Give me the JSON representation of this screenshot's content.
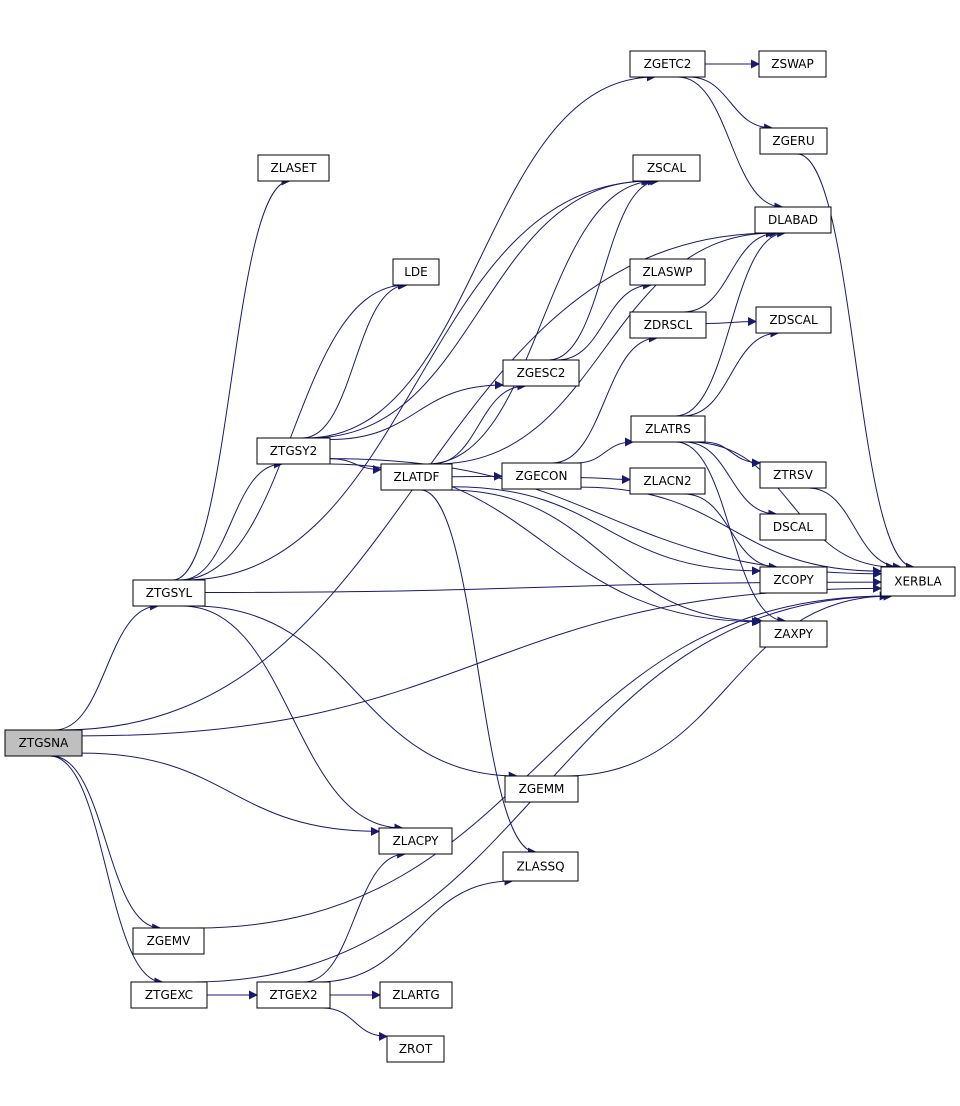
{
  "graph": {
    "root": "ZTGSNA",
    "nodes": [
      {
        "id": "ZTGSNA"
      },
      {
        "id": "ZTGSYL"
      },
      {
        "id": "ZGEMV"
      },
      {
        "id": "ZTGEXC"
      },
      {
        "id": "ZLASET"
      },
      {
        "id": "ZTGSY2"
      },
      {
        "id": "LDE"
      },
      {
        "id": "ZLATDF"
      },
      {
        "id": "ZGESC2"
      },
      {
        "id": "ZGECON"
      },
      {
        "id": "ZGETC2"
      },
      {
        "id": "ZSWAP"
      },
      {
        "id": "ZGERU"
      },
      {
        "id": "ZSCAL"
      },
      {
        "id": "DLABAD"
      },
      {
        "id": "ZLASWP"
      },
      {
        "id": "ZDRSCL"
      },
      {
        "id": "ZDSCAL"
      },
      {
        "id": "ZLATRS"
      },
      {
        "id": "ZLACN2"
      },
      {
        "id": "ZTRSV"
      },
      {
        "id": "DSCAL"
      },
      {
        "id": "ZCOPY"
      },
      {
        "id": "ZAXPY"
      },
      {
        "id": "XERBLA"
      },
      {
        "id": "ZGEMM"
      },
      {
        "id": "ZLACPY"
      },
      {
        "id": "ZLASSQ"
      },
      {
        "id": "ZTGEX2"
      },
      {
        "id": "ZLARTG"
      },
      {
        "id": "ZROT"
      }
    ],
    "edges": [
      [
        "ZTGSNA",
        "XERBLA"
      ],
      [
        "ZTGSNA",
        "DLABAD"
      ],
      [
        "ZTGSNA",
        "ZTGSYL"
      ],
      [
        "ZTGSNA",
        "ZLACPY"
      ],
      [
        "ZTGSNA",
        "ZGEMV"
      ],
      [
        "ZTGSNA",
        "ZTGEXC"
      ],
      [
        "ZTGSYL",
        "ZLASET"
      ],
      [
        "ZTGSYL",
        "ZSCAL"
      ],
      [
        "ZTGSYL",
        "LDE"
      ],
      [
        "ZTGSYL",
        "ZTGSY2"
      ],
      [
        "ZTGSYL",
        "XERBLA"
      ],
      [
        "ZTGSYL",
        "ZGEMM"
      ],
      [
        "ZTGSYL",
        "ZLACPY"
      ],
      [
        "ZTGSY2",
        "LDE"
      ],
      [
        "ZTGSY2",
        "ZSCAL"
      ],
      [
        "ZTGSY2",
        "ZGESC2"
      ],
      [
        "ZTGSY2",
        "ZLATDF"
      ],
      [
        "ZTGSY2",
        "ZAXPY"
      ],
      [
        "ZTGSY2",
        "XERBLA"
      ],
      [
        "ZTGSY2",
        "ZGETC2"
      ],
      [
        "ZLATDF",
        "ZGESC2"
      ],
      [
        "ZLATDF",
        "ZGECON"
      ],
      [
        "ZLATDF",
        "DLABAD"
      ],
      [
        "ZLATDF",
        "ZSCAL"
      ],
      [
        "ZLATDF",
        "ZCOPY"
      ],
      [
        "ZLATDF",
        "ZAXPY"
      ],
      [
        "ZLATDF",
        "ZLASSQ"
      ],
      [
        "ZGESC2",
        "ZSCAL"
      ],
      [
        "ZGESC2",
        "ZLASWP"
      ],
      [
        "ZGECON",
        "ZDRSCL"
      ],
      [
        "ZGECON",
        "ZLATRS"
      ],
      [
        "ZGECON",
        "ZLACN2"
      ],
      [
        "ZGECON",
        "XERBLA"
      ],
      [
        "ZGETC2",
        "ZSWAP"
      ],
      [
        "ZGETC2",
        "ZGERU"
      ],
      [
        "ZGETC2",
        "DLABAD"
      ],
      [
        "ZGERU",
        "XERBLA"
      ],
      [
        "ZDRSCL",
        "DLABAD"
      ],
      [
        "ZDRSCL",
        "ZDSCAL"
      ],
      [
        "ZLATRS",
        "DLABAD"
      ],
      [
        "ZLATRS",
        "ZDSCAL"
      ],
      [
        "ZLATRS",
        "ZTRSV"
      ],
      [
        "ZLATRS",
        "DSCAL"
      ],
      [
        "ZLATRS",
        "ZAXPY"
      ],
      [
        "ZLATRS",
        "XERBLA"
      ],
      [
        "ZLACN2",
        "ZCOPY"
      ],
      [
        "ZTRSV",
        "XERBLA"
      ],
      [
        "ZGEMM",
        "XERBLA"
      ],
      [
        "ZGEMV",
        "XERBLA"
      ],
      [
        "ZTGEXC",
        "ZTGEX2"
      ],
      [
        "ZTGEXC",
        "XERBLA"
      ],
      [
        "ZTGEX2",
        "ZLACPY"
      ],
      [
        "ZTGEX2",
        "ZLASSQ"
      ],
      [
        "ZTGEX2",
        "ZLARTG"
      ],
      [
        "ZTGEX2",
        "ZROT"
      ]
    ]
  },
  "colors": {
    "edge": "#191970",
    "root_fill": "#bfbfbf",
    "node_fill": "#ffffff",
    "node_border": "#000000"
  }
}
